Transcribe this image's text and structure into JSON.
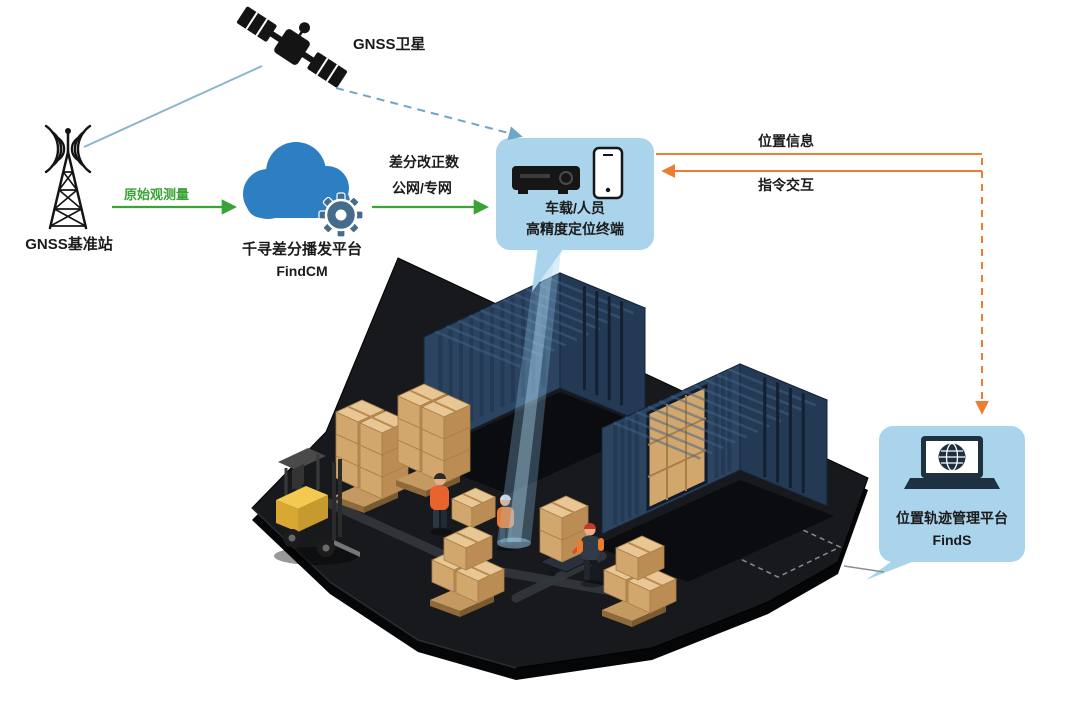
{
  "nodes": {
    "satellite": {
      "label": "GNSS卫星"
    },
    "base_station": {
      "label": "GNSS基准站"
    },
    "cloud_platform": {
      "line1": "千寻差分播发平台",
      "line2": "FindCM"
    },
    "terminal": {
      "line1": "车载/人员",
      "line2": "高精度定位终端"
    },
    "management_platform": {
      "line1": "位置轨迹管理平台",
      "line2": "FindS"
    }
  },
  "edges": {
    "raw_observation": {
      "label": "原始观测量"
    },
    "correction": {
      "line1": "差分改正数",
      "line2": "公网/专网"
    },
    "location_info": {
      "label": "位置信息"
    },
    "command_interaction": {
      "label": "指令交互"
    }
  },
  "icons": {
    "satellite": "satellite-icon",
    "base_station": "radio-tower-icon",
    "cloud": "cloud-gear-icon",
    "terminal_box": "vehicle-terminal-icon",
    "terminal_phone": "smartphone-icon",
    "management": "laptop-globe-icon"
  },
  "colors": {
    "arrow_green": "#3aa335",
    "arrow_orange": "#ed7d31",
    "link_blue": "#8ab6c6",
    "dashed_blue": "#6fa6c6",
    "bubble_blue": "#aad4ec",
    "cloud_blue": "#2e7fc2",
    "container_navy": "#2c4460",
    "carton_tan": "#d2a76e",
    "forklift_yellow": "#f3c94f",
    "ground_dark": "#17191d"
  }
}
